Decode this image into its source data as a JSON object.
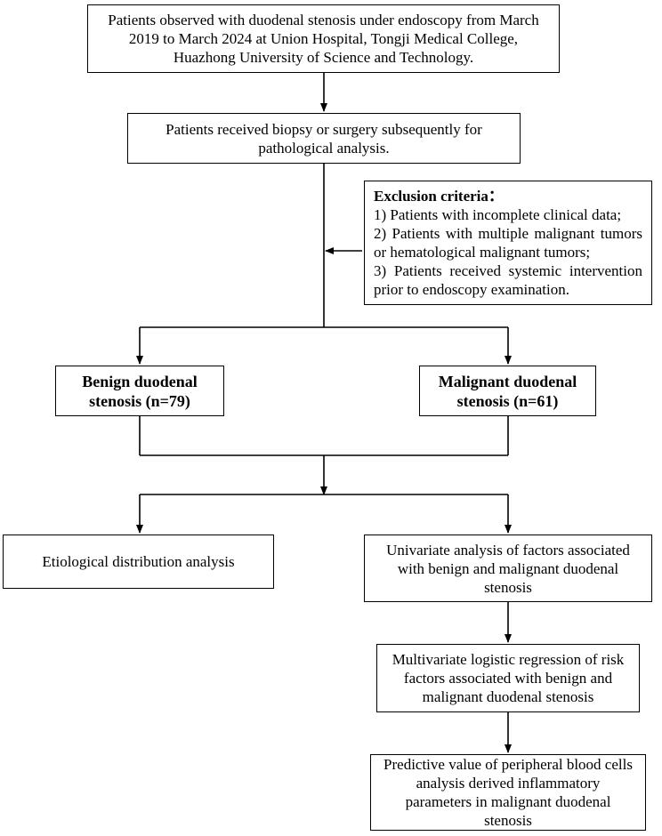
{
  "nodes": {
    "start": "Patients observed with duodenal stenosis under endoscopy from March\n2019 to March 2024 at Union Hospital, Tongji Medical College,\nHuazhong University of Science and Technology.",
    "pathology": "Patients received biopsy or surgery subsequently for\npathological analysis.",
    "exclusion": {
      "title": "Exclusion criteria：",
      "items": [
        "1) Patients with incomplete clinical data;",
        "2) Patients with multiple malignant tumors or hematological malignant tumors;",
        "3) Patients received systemic intervention prior to endoscopy examination."
      ]
    },
    "benign": "Benign duodenal\nstenosis (n=79)",
    "malignant": "Malignant duodenal\nstenosis (n=61)",
    "etiology": "Etiological distribution analysis",
    "univariate": "Univariate analysis of factors associated\nwith benign and malignant duodenal\nstenosis",
    "multivariate": "Multivariate logistic regression of risk\nfactors associated with benign and\nmalignant duodenal stenosis",
    "predictive": "Predictive value of peripheral blood cells\nanalysis derived inflammatory\nparameters in malignant duodenal\nstenosis"
  }
}
